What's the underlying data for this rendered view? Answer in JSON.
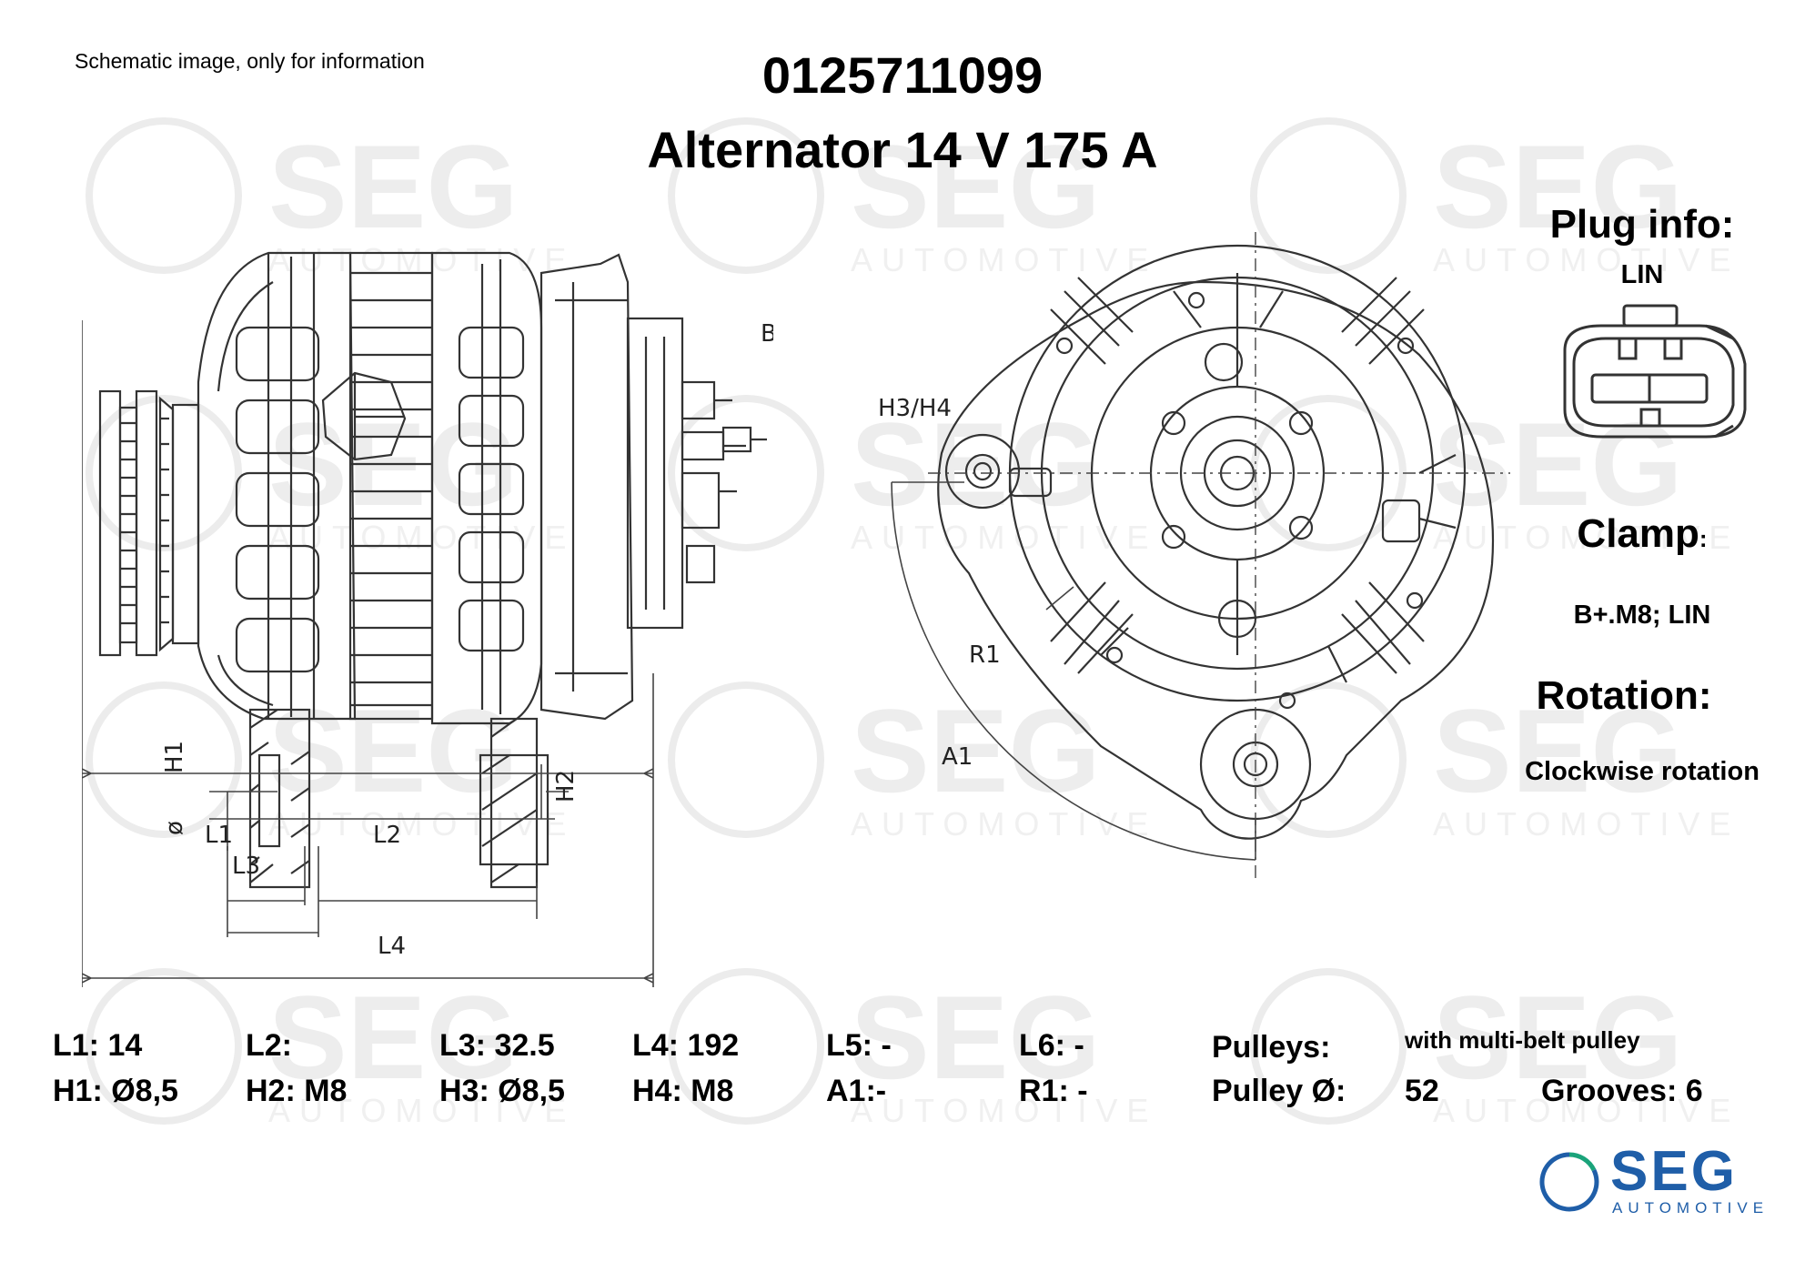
{
  "header": {
    "note": "Schematic image, only for information",
    "part_number": "0125711099",
    "title": "Alternator 14 V 175 A"
  },
  "watermark": {
    "word": "SEG",
    "sub": "AUTOMOTIVE"
  },
  "side_view": {
    "terminal_label": "B+",
    "dims": {
      "h1": "H1",
      "h2": "H2",
      "l1": "L1",
      "l2": "L2",
      "l3": "L3",
      "l4": "L4",
      "dia": "ø"
    }
  },
  "front_view": {
    "hole_label": "H3/H4",
    "r1": "R1",
    "a1": "A1"
  },
  "info": {
    "plug_heading": "Plug info:",
    "plug_value": "LIN",
    "clamp_heading": "Clamp",
    "clamp_colon": ":",
    "clamp_value": "B+.M8; LIN",
    "rotation_heading": "Rotation:",
    "rotation_value": "Clockwise rotation"
  },
  "specs": {
    "row1": [
      "L1: 14",
      "L2:",
      "L3: 32.5",
      "L4: 192",
      "L5: -",
      "L6: -"
    ],
    "row2": [
      "H1: Ø8,5",
      "H2: M8",
      "H3: Ø8,5",
      "H4: M8",
      "A1:-",
      "R1: -"
    ],
    "pulleys_label": "Pulleys:",
    "pulleys_value": "with multi-belt pulley",
    "pulley_dia_label": "Pulley Ø:",
    "pulley_dia_value": "52",
    "grooves": "Grooves: 6"
  },
  "logo": {
    "word": "SEG",
    "sub": "AUTOMOTIVE"
  },
  "colors": {
    "brand_blue": "#1f5ea8",
    "brand_green": "#1aa37a",
    "line": "#333333",
    "watermark": "#ececec"
  }
}
